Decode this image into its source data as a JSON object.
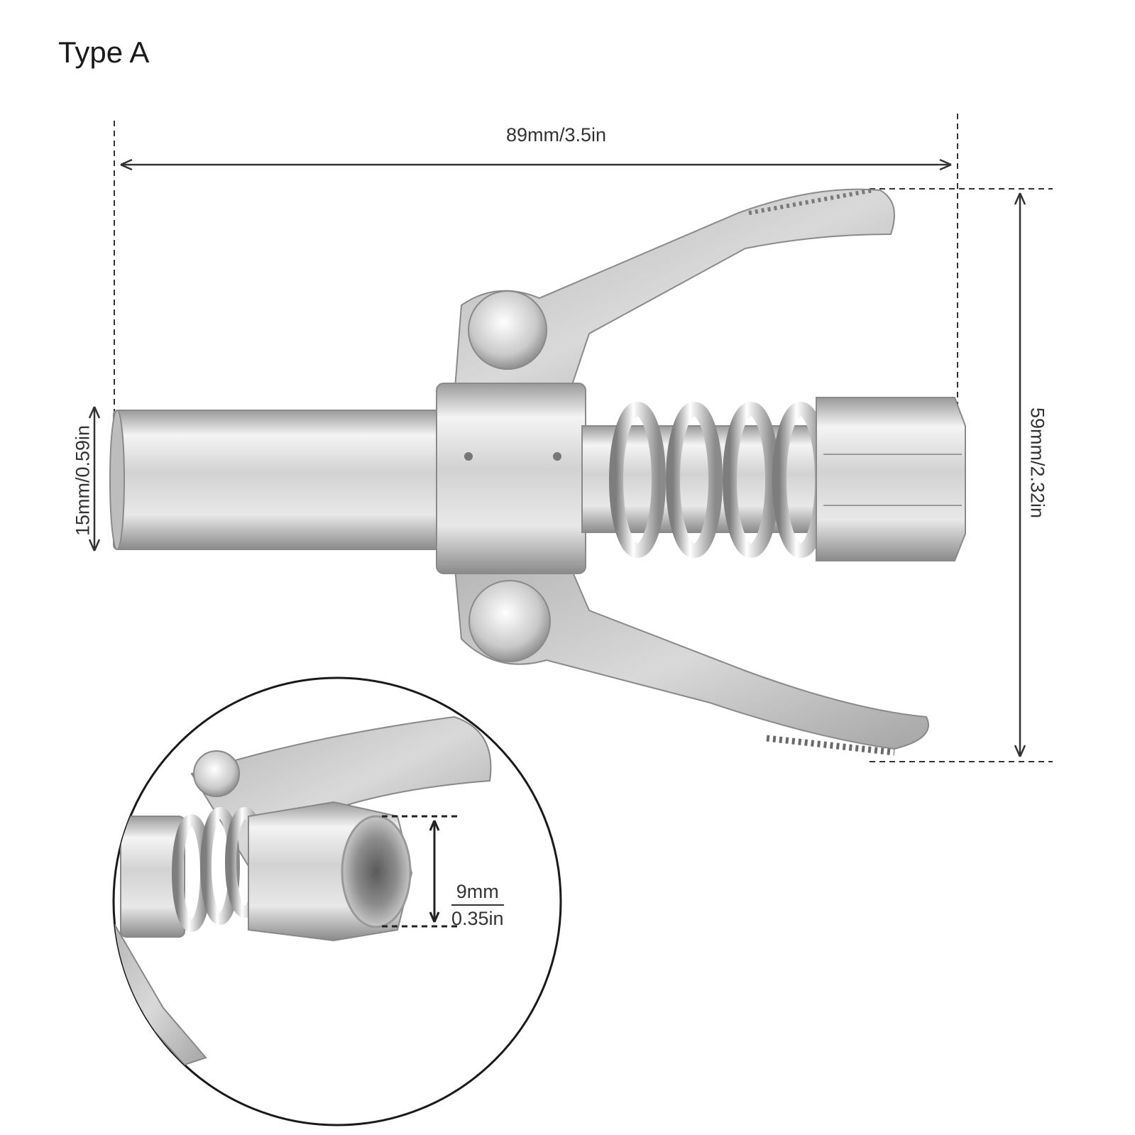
{
  "title": "Type A",
  "dimensions": {
    "overall_length": "89mm/3.5in",
    "overall_height": "59mm/2.32in",
    "tube_diameter": "15mm/0.59in",
    "thread_diameter_mm": "9mm",
    "thread_diameter_in": "0.35in"
  }
}
